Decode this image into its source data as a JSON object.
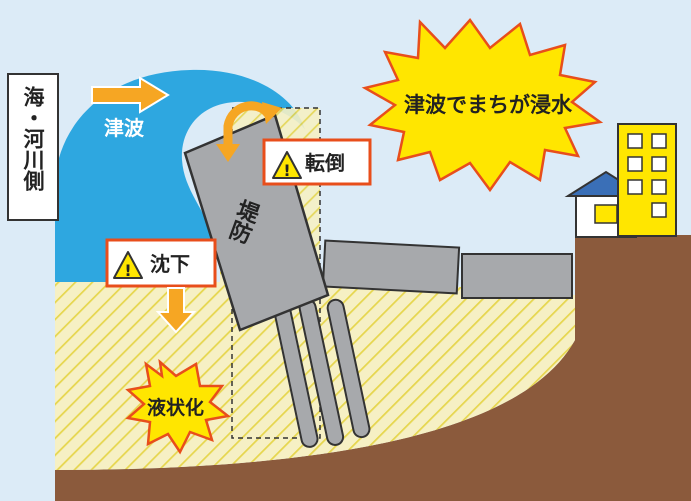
{
  "side_label": "海・河川側",
  "wave_label": "津波",
  "flood_label": "津波でまちが浸水",
  "embankment_label": "堤防",
  "warnings": {
    "overturn": "転倒",
    "subsidence": "沈下"
  },
  "liquefaction_label": "液状化",
  "icons": [
    "arrow-right-icon",
    "curved-arrow-icon",
    "arrow-down-icon",
    "warning-icon",
    "house-icon",
    "building-icon"
  ],
  "colors": {
    "sky": "#dcebf7",
    "wave": "#2ea7e0",
    "ground": "#8b5a3c",
    "sand": "#f6f0c4",
    "hatch": "#eadb5a",
    "structure": "#a7a9ac",
    "burst": "#ffe600",
    "burst_stroke": "#e84e1b",
    "arrow": "#f6a623"
  }
}
